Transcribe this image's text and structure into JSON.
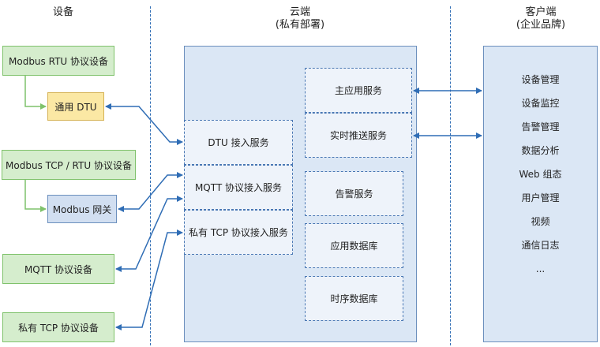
{
  "columns": {
    "device": {
      "title": "设备"
    },
    "cloud": {
      "title": "云端",
      "subtitle": "(私有部署)"
    },
    "client": {
      "title": "客户端",
      "subtitle": "(企业品牌)"
    }
  },
  "devices": {
    "modbus_rtu": "Modbus RTU 协议设备",
    "dtu": "通用 DTU",
    "modbus_tcp_rtu": "Modbus TCP / RTU 协议设备",
    "modbus_gateway": "Modbus 网关",
    "mqtt_device": "MQTT 协议设备",
    "private_tcp_device": "私有 TCP 协议设备"
  },
  "access_services": {
    "dtu": "DTU 接入服务",
    "mqtt": "MQTT 协议接入服务",
    "private_tcp": "私有 TCP 协议接入服务"
  },
  "core_services": {
    "main_app": "主应用服务",
    "realtime_push": "实时推送服务",
    "alarm": "告警服务",
    "app_db": "应用数据库",
    "timeseries_db": "时序数据库"
  },
  "client_features": [
    "设备管理",
    "设备监控",
    "告警管理",
    "数据分析",
    "Web 组态",
    "用户管理",
    "视频",
    "通信日志",
    "..."
  ],
  "colors": {
    "line": "#2f6db5",
    "green_line": "#7fc26b",
    "panel": "#dbe7f5"
  }
}
